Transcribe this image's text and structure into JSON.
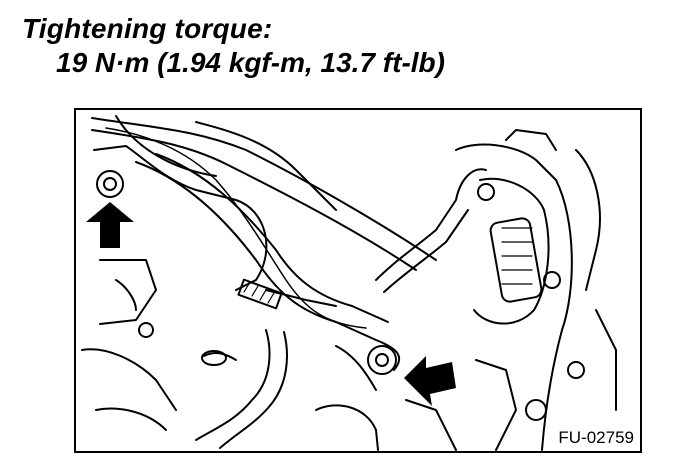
{
  "heading": {
    "line1": "Tightening torque:",
    "line2": "19 N·m (1.94 kgf-m, 13.7 ft-lb)"
  },
  "figure": {
    "code": "FU-02759",
    "arrow_icons": [
      "arrow-up-icon",
      "arrow-left-icon"
    ]
  }
}
